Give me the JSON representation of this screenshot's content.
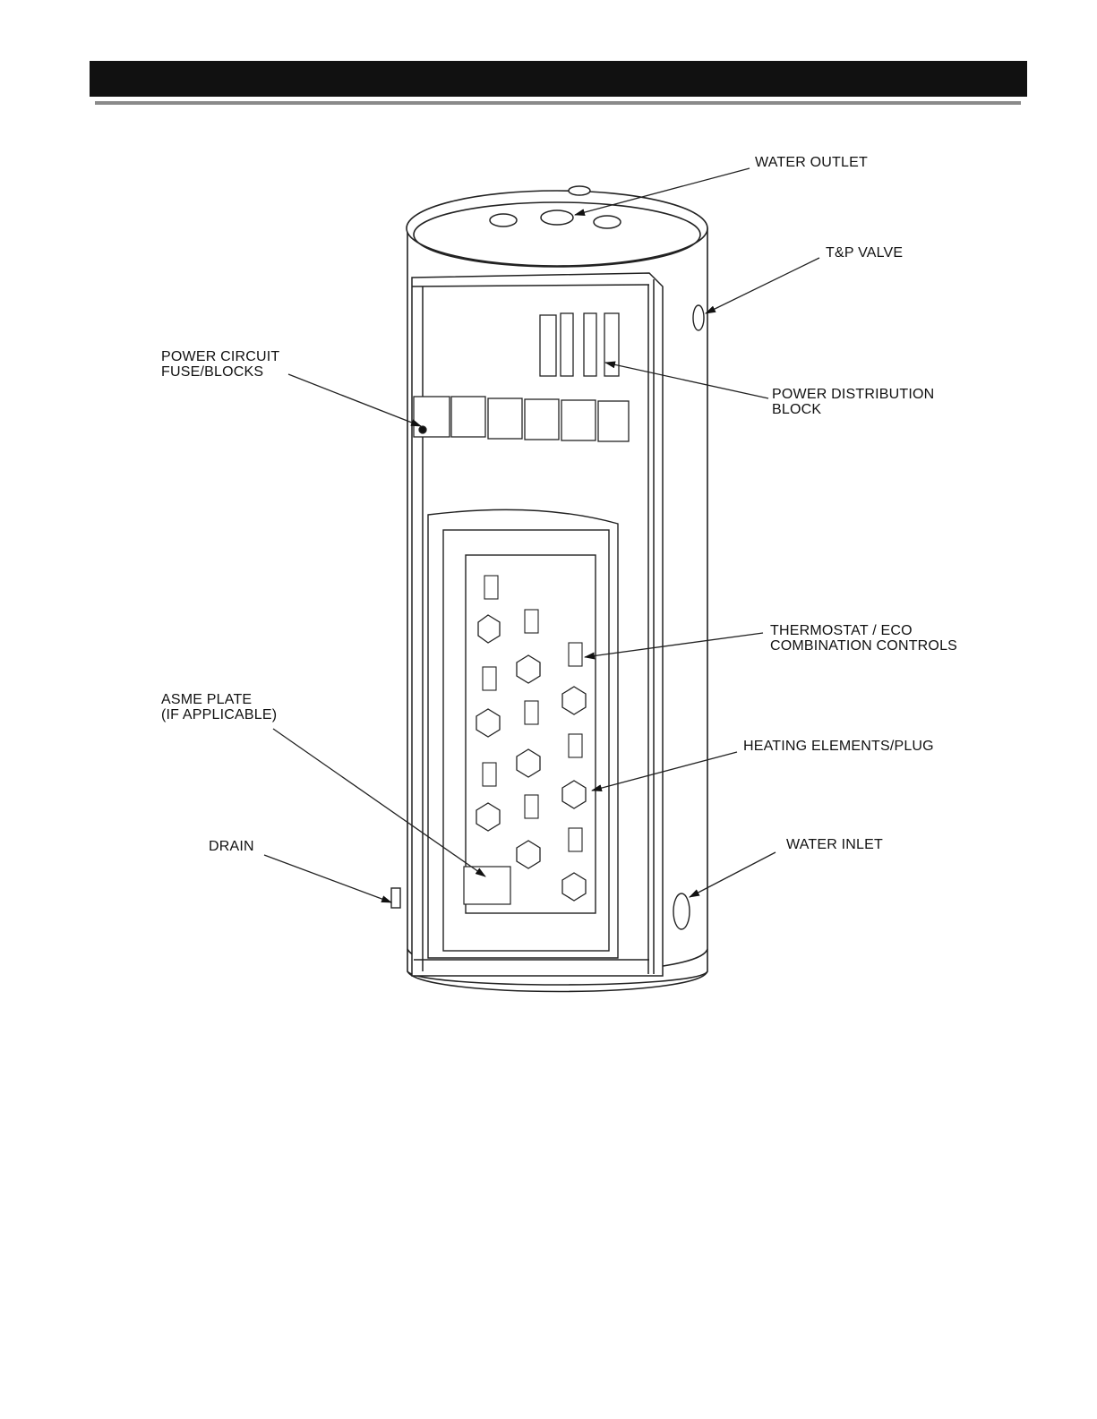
{
  "labels": {
    "water_outlet": "WATER OUTLET",
    "tp_valve": "T&P VALVE",
    "power_circuit": [
      "POWER CIRCUIT",
      "FUSE/BLOCKS"
    ],
    "power_distribution": [
      "POWER DISTRIBUTION",
      "BLOCK"
    ],
    "thermostat": [
      "THERMOSTAT / ECO",
      "COMBINATION CONTROLS"
    ],
    "asme_plate": [
      "ASME PLATE",
      "(IF APPLICABLE)"
    ],
    "heating_elements": "HEATING ELEMENTS/PLUG",
    "drain": "DRAIN",
    "water_inlet": "WATER INLET"
  },
  "colors": {
    "header": "#111111",
    "rule": "#8a8a8a",
    "line": "#222222"
  }
}
